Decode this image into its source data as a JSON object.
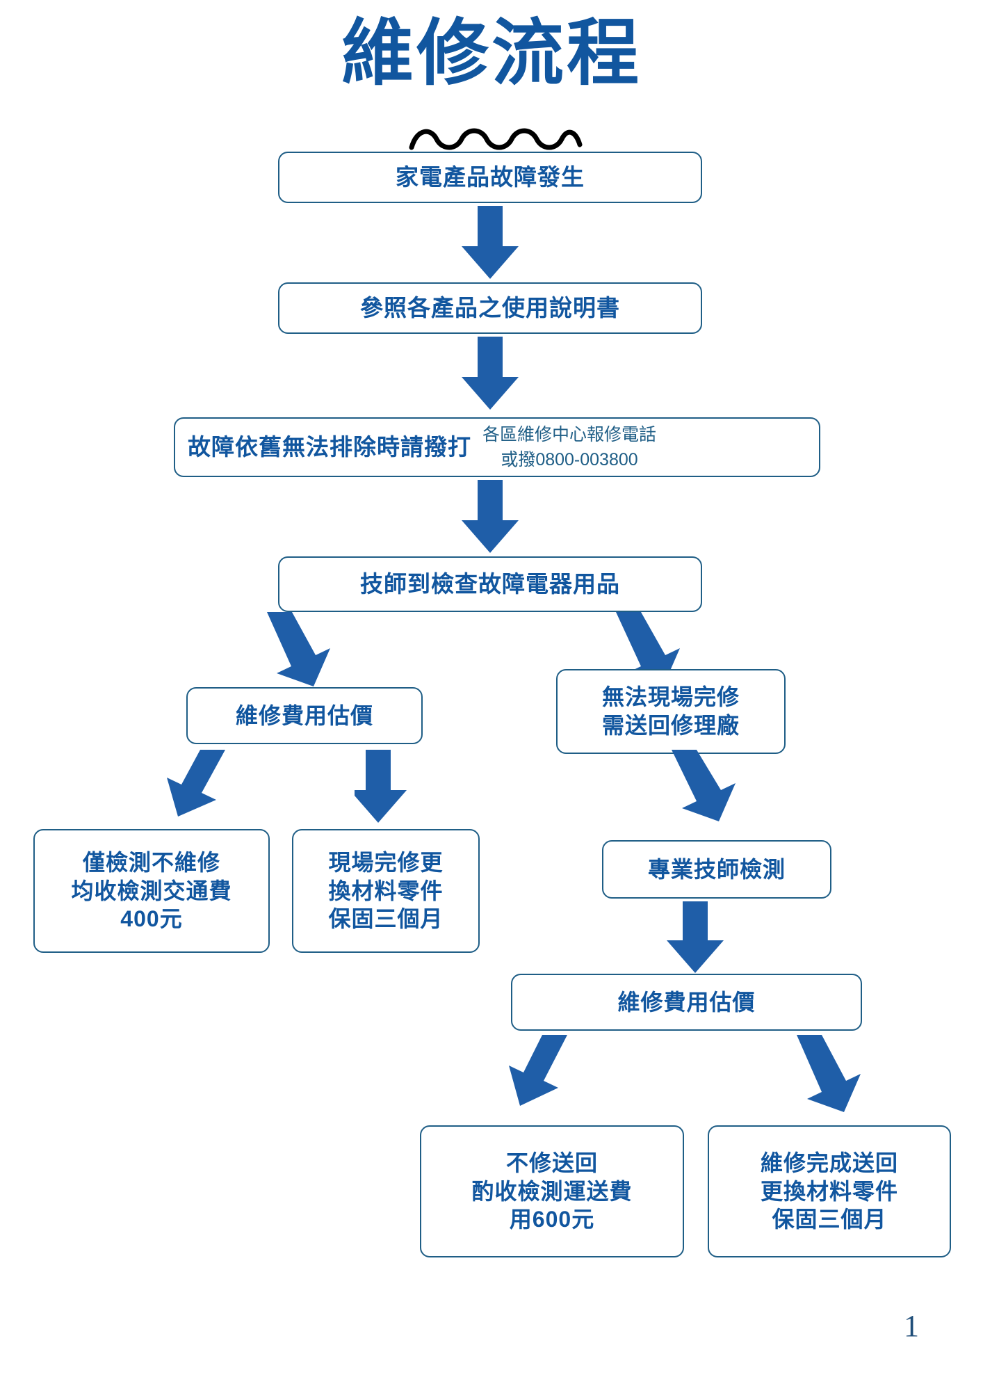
{
  "page": {
    "title": "維修流程",
    "page_number": "1",
    "accent_color": "#11569F",
    "border_color": "#1F5E86",
    "arrow_color": "#1F5EA8",
    "background": "#ffffff"
  },
  "decoration": {
    "squiggle_name": "wavy-underline"
  },
  "nodes": {
    "n1": {
      "lines": [
        "家電產品故障發生"
      ]
    },
    "n2": {
      "lines": [
        "參照各產品之使用說明書"
      ]
    },
    "n3": {
      "main": "故障依舊無法排除時請撥打",
      "note": [
        "各區維修中心報修電話",
        "或撥0800-003800"
      ]
    },
    "n4": {
      "lines": [
        "技師到檢查故障電器用品"
      ]
    },
    "n5": {
      "lines": [
        "維修費用估價"
      ]
    },
    "n6": {
      "lines": [
        "無法現場完修",
        "需送回修理廠"
      ]
    },
    "n7": {
      "lines": [
        "僅檢測不維修",
        "均收檢測交通費",
        "400元"
      ]
    },
    "n8": {
      "lines": [
        "現場完修更",
        "換材料零件",
        "保固三個月"
      ]
    },
    "n9": {
      "lines": [
        "專業技師檢測"
      ]
    },
    "n10": {
      "lines": [
        "維修費用估價"
      ]
    },
    "n11": {
      "lines": [
        "不修送回",
        "酌收檢測運送費",
        "用600元"
      ]
    },
    "n12": {
      "lines": [
        "維修完成送回",
        "更換材料零件",
        "保固三個月"
      ]
    }
  },
  "edges": [
    {
      "name": "arrow-n1-n2",
      "from": "n1",
      "to": "n2"
    },
    {
      "name": "arrow-n2-n3",
      "from": "n2",
      "to": "n3"
    },
    {
      "name": "arrow-n3-n4",
      "from": "n3",
      "to": "n4"
    },
    {
      "name": "arrow-n4-n5",
      "from": "n4",
      "to": "n5"
    },
    {
      "name": "arrow-n4-n6",
      "from": "n4",
      "to": "n6"
    },
    {
      "name": "arrow-n5-n7",
      "from": "n5",
      "to": "n7"
    },
    {
      "name": "arrow-n5-n8",
      "from": "n5",
      "to": "n8"
    },
    {
      "name": "arrow-n6-n9",
      "from": "n6",
      "to": "n9"
    },
    {
      "name": "arrow-n9-n10",
      "from": "n9",
      "to": "n10"
    },
    {
      "name": "arrow-n10-n11",
      "from": "n10",
      "to": "n11"
    },
    {
      "name": "arrow-n10-n12",
      "from": "n10",
      "to": "n12"
    }
  ]
}
